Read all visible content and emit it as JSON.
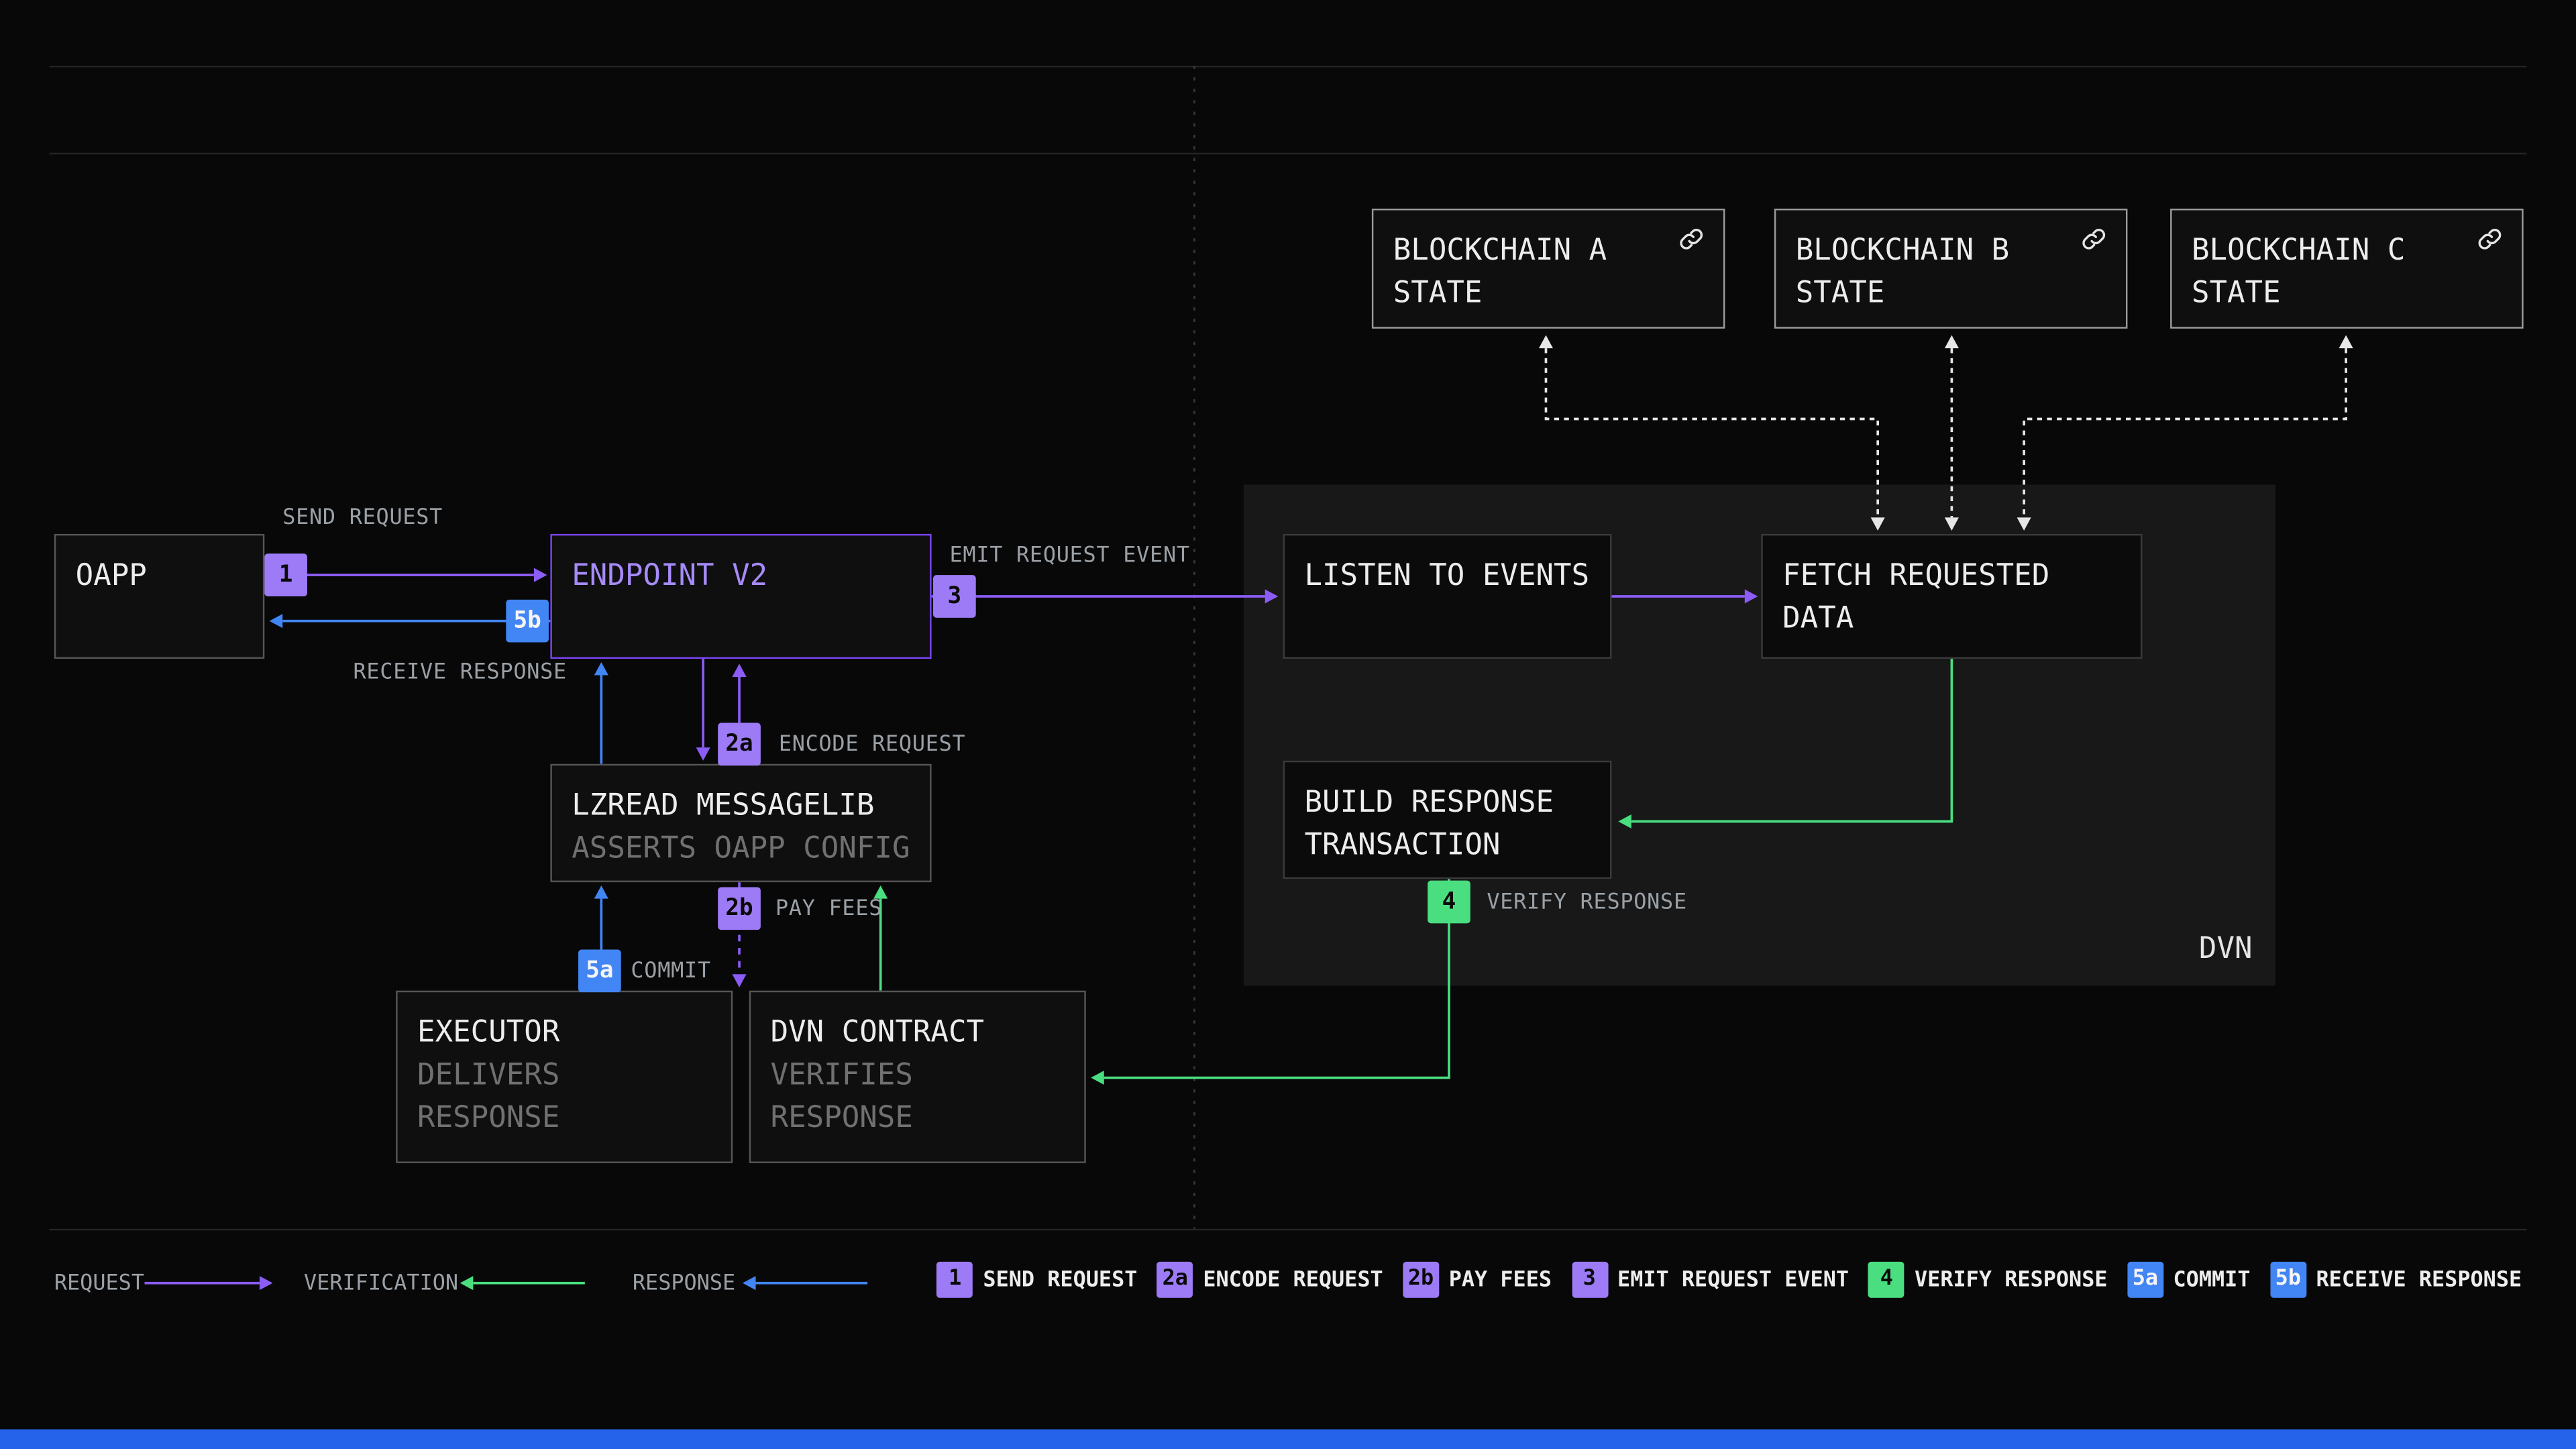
{
  "colors": {
    "request_purple": "#8b5cf6",
    "verification_green": "#4ade80",
    "response_blue": "#4285f4",
    "endpoint_purple": "#a78bfa",
    "footer_blue": "#2563eb"
  },
  "boxes": {
    "oapp": {
      "title": "OAPP"
    },
    "endpoint_v2": {
      "title": "ENDPOINT V2"
    },
    "lzread_messagelib": {
      "title": "LZREAD MESSAGELIB",
      "subtitle": "ASSERTS OAPP CONFIG"
    },
    "executor": {
      "title": "EXECUTOR",
      "subtitle": "DELIVERS RESPONSE"
    },
    "dvn_contract": {
      "title": "DVN CONTRACT",
      "subtitle": "VERIFIES RESPONSE"
    },
    "listen_to_events": {
      "title": "LISTEN TO EVENTS"
    },
    "fetch_requested_data": {
      "title": "FETCH REQUESTED DATA"
    },
    "build_response_transaction": {
      "title": "BUILD RESPONSE TRANSACTION"
    },
    "blockchain_a": {
      "title": "BLOCKCHAIN A STATE"
    },
    "blockchain_b": {
      "title": "BLOCKCHAIN B STATE"
    },
    "blockchain_c": {
      "title": "BLOCKCHAIN C STATE"
    }
  },
  "dvn_panel": {
    "label": "DVN"
  },
  "legend": {
    "flows": [
      {
        "label": "REQUEST",
        "color": "#8b5cf6",
        "direction": "right"
      },
      {
        "label": "VERIFICATION",
        "color": "#4ade80",
        "direction": "left"
      },
      {
        "label": "RESPONSE",
        "color": "#4285f4",
        "direction": "left"
      }
    ],
    "steps": [
      {
        "badge": "1",
        "label": "SEND REQUEST",
        "color": "purple"
      },
      {
        "badge": "2a",
        "label": "ENCODE REQUEST",
        "color": "purple"
      },
      {
        "badge": "2b",
        "label": "PAY FEES",
        "color": "purple"
      },
      {
        "badge": "3",
        "label": "EMIT REQUEST EVENT",
        "color": "purple"
      },
      {
        "badge": "4",
        "label": "VERIFY RESPONSE",
        "color": "green"
      },
      {
        "badge": "5a",
        "label": "COMMIT",
        "color": "blue"
      },
      {
        "badge": "5b",
        "label": "RECEIVE RESPONSE",
        "color": "blue"
      }
    ]
  }
}
